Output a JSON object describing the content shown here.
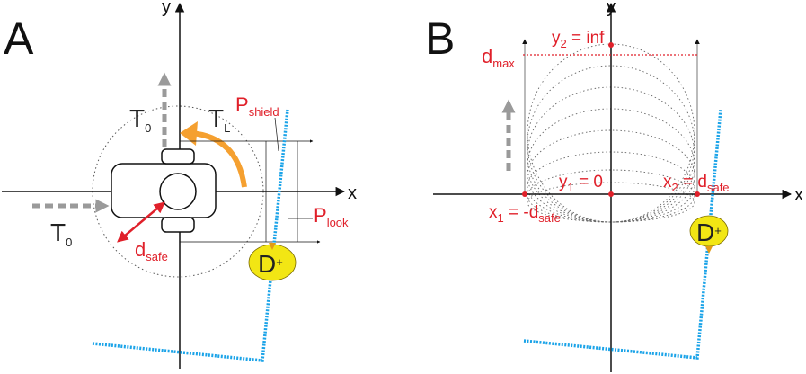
{
  "panel_a": {
    "letter": "A",
    "x_axis": "x",
    "y_axis": "y",
    "t0_top": "T",
    "t0_top_sub": "0",
    "t0_left": "T",
    "t0_left_sub": "0",
    "tl": "T",
    "tl_sub": "L",
    "p_shield": "P",
    "p_shield_sub": "shield",
    "p_look": "P",
    "p_look_sub": "look",
    "d_safe": "d",
    "d_safe_sub": "safe",
    "dynamic_obstacle": "D",
    "dynamic_obstacle_sup": "+"
  },
  "panel_b": {
    "letter": "B",
    "x_axis": "x",
    "y_axis": "y",
    "d_max": "d",
    "d_max_sub": "max",
    "y2_a": "y",
    "y2_sub": "2",
    "y2_b": " = inf",
    "y1_a": "y",
    "y1_sub": "1",
    "y1_b": " = 0",
    "x2_a": "x",
    "x2_sub": "2",
    "x2_b": " = d",
    "x2_sub2": "safe",
    "x1_a": "x",
    "x1_sub": "1",
    "x1_b": " = -d",
    "x1_sub2": "safe",
    "dynamic_obstacle": "D",
    "dynamic_obstacle_sup": "+"
  },
  "colors": {
    "red": "#e0202a",
    "orange": "#f5a030",
    "gray_arrow": "#9a9a9a",
    "path_blue": "#1aa3e8",
    "obstacle_yellow": "#f2e614"
  }
}
